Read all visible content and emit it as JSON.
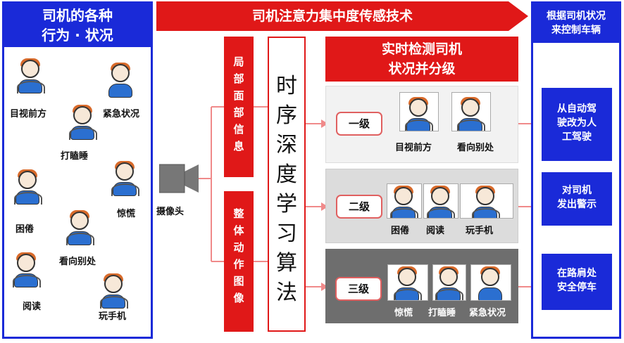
{
  "left_panel": {
    "title_line1": "司机的各种",
    "title_line2": "行为 · 状况",
    "items": [
      {
        "label": "目视前方"
      },
      {
        "label": "紧急状况"
      },
      {
        "label": "打瞌睡"
      },
      {
        "label": "惊慌"
      },
      {
        "label": "困倦"
      },
      {
        "label": "看向别处"
      },
      {
        "label": "阅读"
      },
      {
        "label": "玩手机"
      }
    ]
  },
  "banner": {
    "title": "司机注意力集中度传感技术"
  },
  "camera": {
    "label": "摄像头",
    "icon": "camera-icon"
  },
  "inputs": {
    "face_info": "局部面部信息",
    "body_action": "整体动作图像"
  },
  "algorithm": {
    "label": "时序深度学习算法"
  },
  "detection": {
    "title_line1": "实时检测司机",
    "title_line2": "状况并分级",
    "levels": [
      {
        "tag": "一级",
        "items": [
          "目视前方",
          "看向别处"
        ]
      },
      {
        "tag": "二级",
        "items": [
          "困倦",
          "阅读",
          "玩手机"
        ]
      },
      {
        "tag": "三级",
        "items": [
          "惊慌",
          "打瞌睡",
          "紧急状况"
        ]
      }
    ]
  },
  "control": {
    "title_line1": "根据司机状况",
    "title_line2": "来控制车辆",
    "actions": [
      {
        "line1": "从自动驾",
        "line2": "驶改为人",
        "line3": "工驾驶"
      },
      {
        "line1": "对司机",
        "line2": "发出警示"
      },
      {
        "line1": "在路肩处",
        "line2": "安全停车"
      }
    ]
  },
  "colors": {
    "blue": "#1a2ad8",
    "red": "#e01818",
    "arrow_pink": "#f08080"
  }
}
